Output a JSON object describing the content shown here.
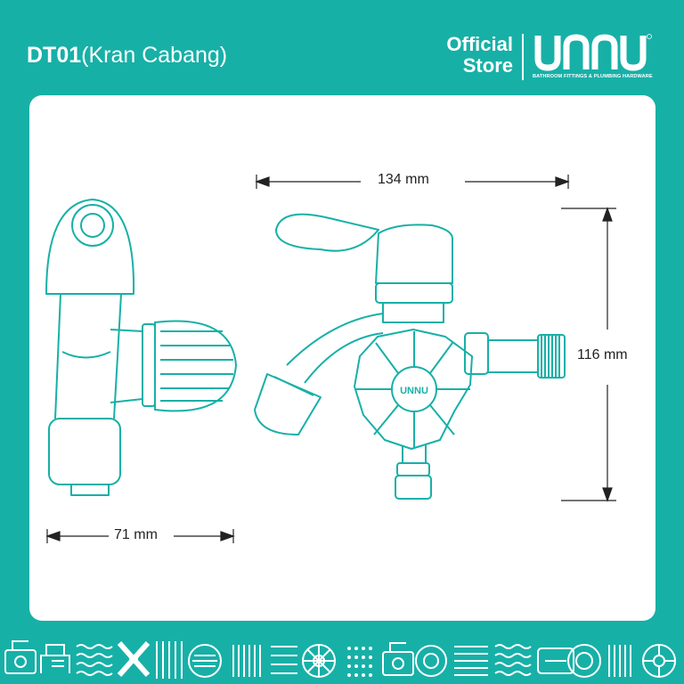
{
  "header": {
    "model": "DT01",
    "name": "(Kran Cabang)",
    "store_line1": "Official",
    "store_line2": "Store",
    "tagline": "BATHROOM FITTINGS & PLUMBING HARDWARE"
  },
  "logo": {
    "text": "UNNU",
    "name": "unnu-logo"
  },
  "dimensions": {
    "width_front": "134 mm",
    "height_front": "116 mm",
    "width_side": "71 mm"
  },
  "colors": {
    "brand": "#17b0a7",
    "line": "#17b0a7",
    "panel": "#ffffff",
    "text": "#222222"
  },
  "footer_icons": [
    "valve-icon",
    "faucet-icon",
    "wave-icon",
    "x-icon",
    "bars-icon",
    "drain-icon",
    "lines-icon",
    "grid-icon",
    "flower-icon",
    "dots-icon",
    "tap-icon",
    "ring-icon",
    "stripes-icon",
    "wave-icon",
    "ring-icon",
    "pipe-icon",
    "wheel-icon"
  ]
}
